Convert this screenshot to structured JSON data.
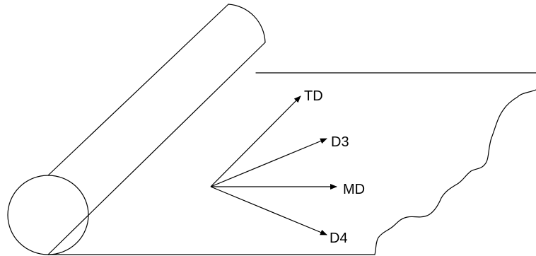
{
  "diagram": {
    "labels": {
      "td": "TD",
      "d3": "D3",
      "md": "MD",
      "d4": "D4"
    },
    "colors": {
      "line": "#000000",
      "background": "#ffffff"
    }
  }
}
